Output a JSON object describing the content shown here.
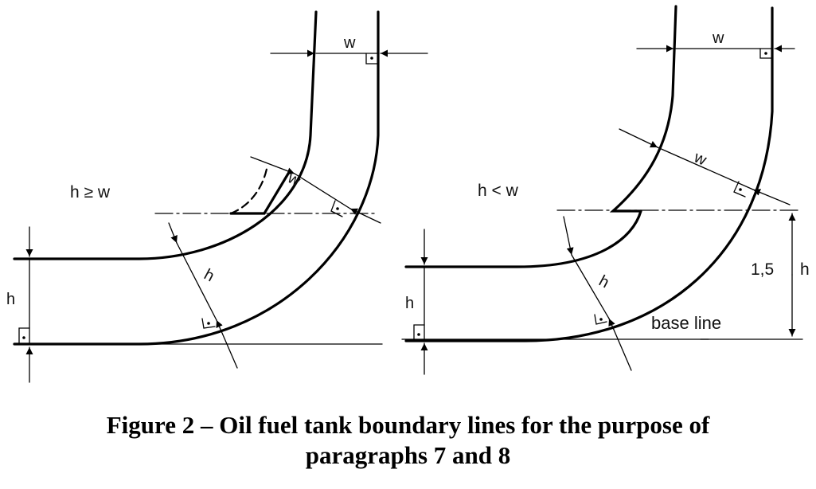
{
  "labels": {
    "w": "w",
    "h": "h",
    "h_ge_w": "h ≥ w",
    "h_lt_w": "h < w",
    "base_line": "base line",
    "factor": "1,5",
    "factor_unit": "h"
  },
  "caption": {
    "line1": "Figure 2 – Oil fuel tank boundary lines for the purpose of",
    "line2": "paragraphs 7 and 8"
  }
}
